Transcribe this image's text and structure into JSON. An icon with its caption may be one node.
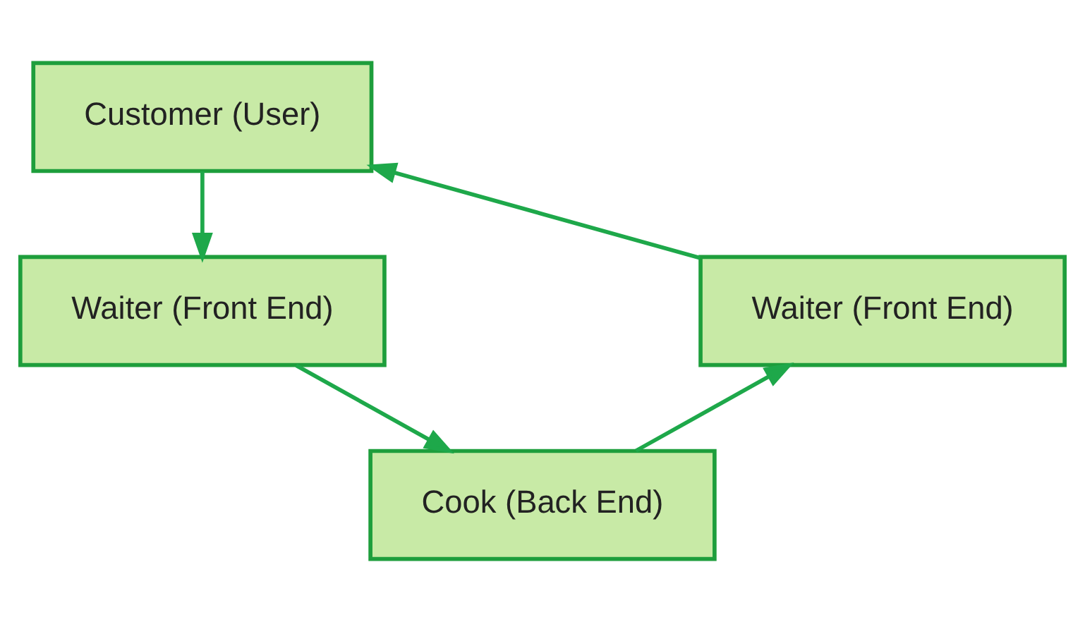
{
  "diagram": {
    "nodes": [
      {
        "text": [
          "Customer (User)"
        ]
      },
      {
        "text": [
          "Waiter (Front End)"
        ]
      },
      {
        "text": [
          "Cook (Back End)"
        ]
      },
      {
        "text": [
          "Waiter (Front End)"
        ]
      }
    ],
    "edges": [
      {
        "from": 0,
        "to": 1,
        "arrow": "to"
      },
      {
        "from": 1,
        "to": 2,
        "arrow": "to"
      },
      {
        "from": 2,
        "to": 3,
        "arrow": "to"
      },
      {
        "from": 3,
        "to": 0,
        "arrow": "to"
      }
    ]
  }
}
